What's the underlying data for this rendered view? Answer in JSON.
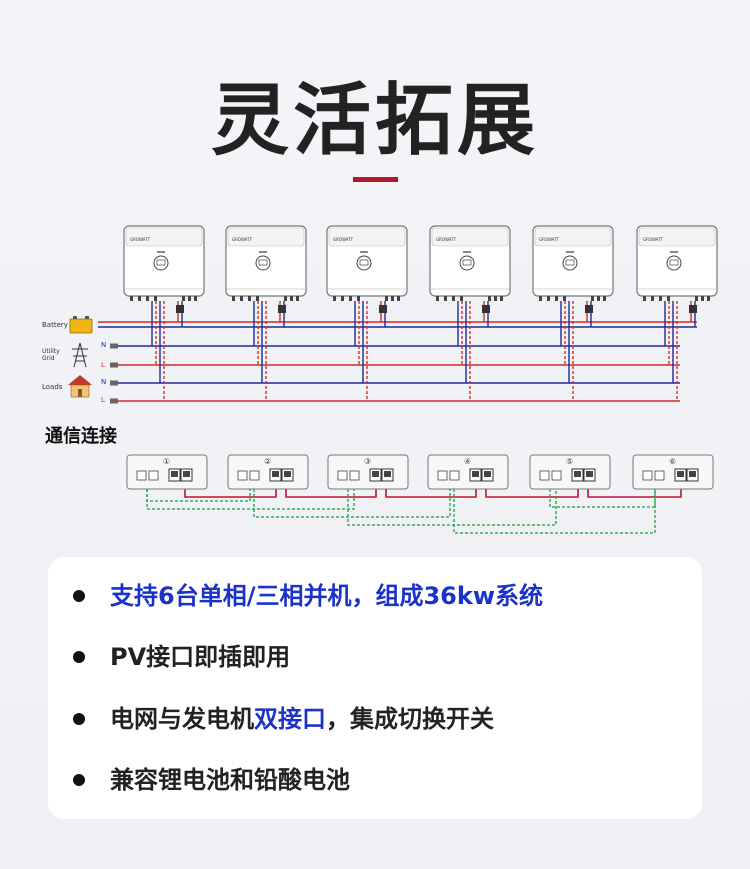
{
  "title": "灵活拓展",
  "inverter": {
    "brand": "GROWATT"
  },
  "wiring": {
    "battery_label": "Battery",
    "utility_label_1": "Utility",
    "utility_label_2": "Grid",
    "loads_label": "Loads",
    "n_label": "N",
    "l_label": "L"
  },
  "comm": {
    "title": "通信连接",
    "units": [
      "①",
      "②",
      "③",
      "④",
      "⑤",
      "⑥"
    ]
  },
  "features": [
    {
      "parts": [
        "支持6台单相/三相并机，组成36kw系统"
      ],
      "highlight": "all"
    },
    {
      "parts": [
        "PV接口即插即用"
      ],
      "highlight": "none"
    },
    {
      "parts": [
        "电网与发电机",
        "双接口",
        "，集成切换开关"
      ],
      "highlight": "middle"
    },
    {
      "parts": [
        "兼容锂电池和铅酸电池"
      ],
      "highlight": "none"
    }
  ],
  "colors": {
    "battery_pos": "#d42a2a",
    "battery_neg": "#1d2b9c",
    "line_n": "#1d2b9c",
    "line_l": "#d42a2a",
    "comm_red": "#c8102e",
    "comm_green": "#1e9e46",
    "highlight": "#1a32c8"
  }
}
